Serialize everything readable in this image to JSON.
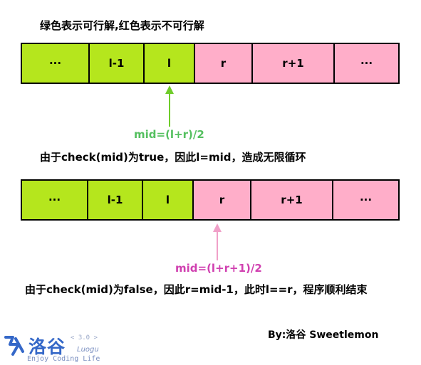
{
  "caption_top": "绿色表示可行解,红色表示不可行解",
  "colors": {
    "feasible": "#b5e61d",
    "infeasible": "#ffaec9",
    "formula1": "#55c060",
    "formula2": "#d040b0",
    "arrow1": "#6fcc2a",
    "arrow2": "#f0a0c8",
    "logo": "#3568c8"
  },
  "bar1": {
    "cells": [
      "···",
      "l-1",
      "l",
      "r",
      "r+1",
      "···"
    ]
  },
  "formula1": "mid=(l+r)/2",
  "caption_middle": "由于check(mid)为true，因此l=mid，造成无限循环",
  "bar2": {
    "cells": [
      "···",
      "l-1",
      "l",
      "r",
      "r+1",
      "···"
    ]
  },
  "formula2": "mid=(l+r+1)/2",
  "caption_bottom": "由于check(mid)为false，因此r=mid-1，此时l==r，程序顺利结束",
  "credit": "By:洛谷 Sweetlemon",
  "logo": {
    "brand": "洛谷",
    "version": "< 3.0 >",
    "subtitle": "Luogu",
    "tagline": "Enjoy Coding Life"
  }
}
